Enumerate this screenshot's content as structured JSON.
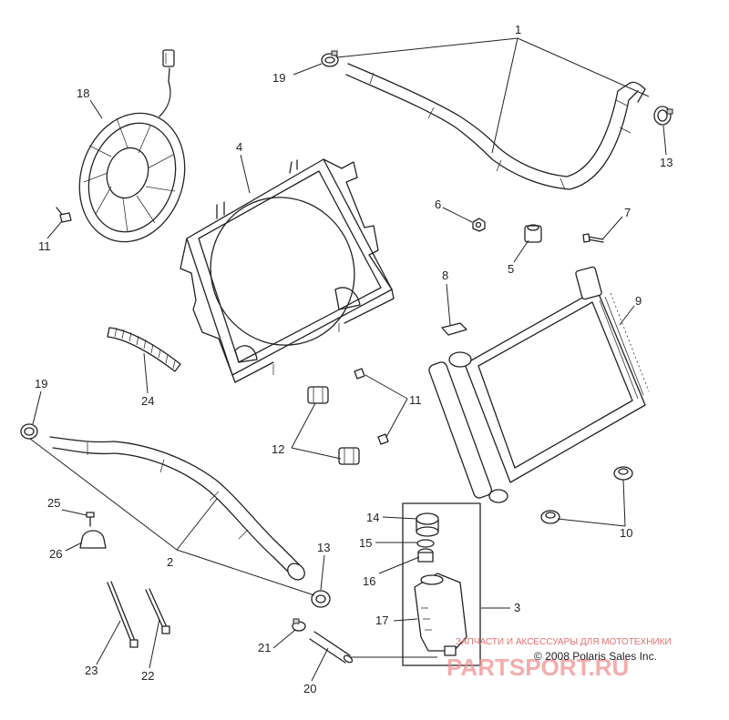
{
  "diagram": {
    "callouts": [
      {
        "id": "c1",
        "label": "1"
      },
      {
        "id": "c2",
        "label": "2"
      },
      {
        "id": "c3",
        "label": "3"
      },
      {
        "id": "c4",
        "label": "4"
      },
      {
        "id": "c5",
        "label": "5"
      },
      {
        "id": "c6",
        "label": "6"
      },
      {
        "id": "c7",
        "label": "7"
      },
      {
        "id": "c8",
        "label": "8"
      },
      {
        "id": "c9",
        "label": "9"
      },
      {
        "id": "c10",
        "label": "10"
      },
      {
        "id": "c11a",
        "label": "11"
      },
      {
        "id": "c11b",
        "label": "11"
      },
      {
        "id": "c12",
        "label": "12"
      },
      {
        "id": "c13a",
        "label": "13"
      },
      {
        "id": "c13b",
        "label": "13"
      },
      {
        "id": "c14",
        "label": "14"
      },
      {
        "id": "c15",
        "label": "15"
      },
      {
        "id": "c16",
        "label": "16"
      },
      {
        "id": "c17",
        "label": "17"
      },
      {
        "id": "c18",
        "label": "18"
      },
      {
        "id": "c19a",
        "label": "19"
      },
      {
        "id": "c19b",
        "label": "19"
      },
      {
        "id": "c20",
        "label": "20"
      },
      {
        "id": "c21",
        "label": "21"
      },
      {
        "id": "c22",
        "label": "22"
      },
      {
        "id": "c23",
        "label": "23"
      },
      {
        "id": "c24",
        "label": "24"
      },
      {
        "id": "c25",
        "label": "25"
      },
      {
        "id": "c26",
        "label": "26"
      }
    ],
    "watermark_text": "ЗАПЧАСТИ И АКСЕССУАРЫ ДЛЯ МОТОТЕХНИКИ",
    "watermark_logo": "PARTSPORT.RU",
    "copyright": "© 2008 Polaris Sales Inc."
  }
}
